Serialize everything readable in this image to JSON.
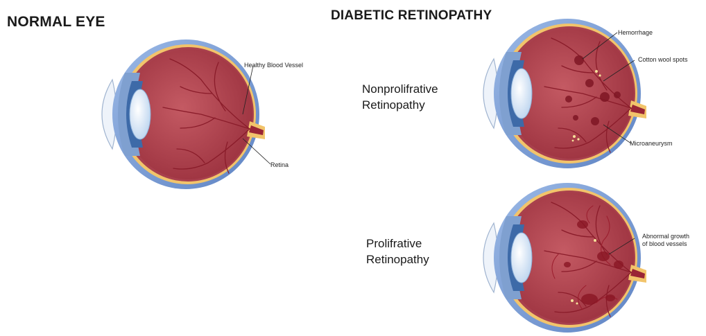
{
  "headings": {
    "normal": "NORMAL EYE",
    "diabetic": "DIABETIC RETINOPATHY"
  },
  "stages": {
    "nonproliferative_line1": "Nonprolifrative",
    "nonproliferative_line2": "Retinopathy",
    "proliferative_line1": "Prolifrative",
    "proliferative_line2": "Retinopathy"
  },
  "callouts": {
    "healthy_vessel": "Healthy Blood Vessel",
    "retina": "Retina",
    "hemorrhage": "Hemorrhage",
    "cotton_wool": "Cotton wool spots",
    "microaneurysm": "Microaneurysm",
    "abnormal_line1": "Abnormal growth",
    "abnormal_line2": "of blood vessels"
  },
  "colors": {
    "eye_interior": "#b5434f",
    "sclera_blue": "#7a9fd6",
    "retina_yellow": "#f2c46b",
    "vessel": "#8a1c2a",
    "lens": "#dbe9f7"
  }
}
